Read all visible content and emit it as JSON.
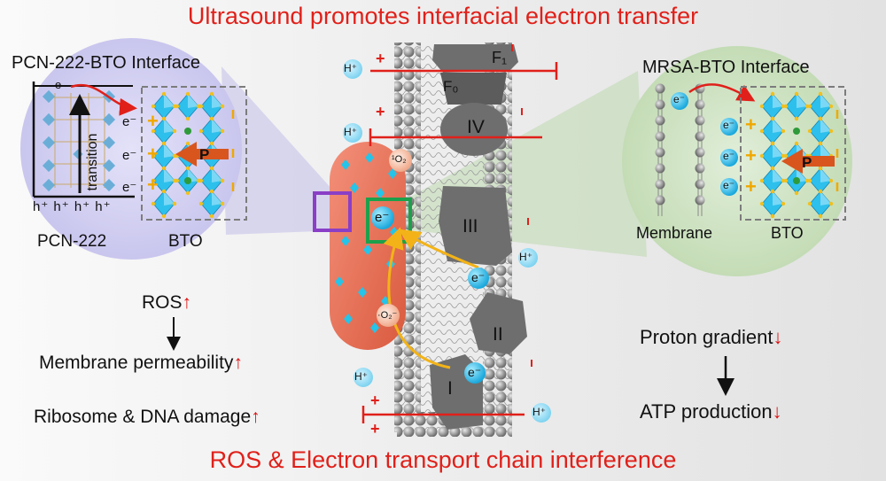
{
  "titles": {
    "top": "Ultrasound promotes interfacial electron transfer",
    "bottom": "ROS & Electron transport chain interference"
  },
  "left_panel": {
    "heading": "PCN-222-BTO Interface",
    "transition": "transition",
    "electron": "e",
    "holes": "h⁺ h⁺ h⁺ h⁺",
    "pcn_label": "PCN-222",
    "bto_label": "BTO",
    "polarization": "P"
  },
  "right_panel": {
    "heading": "MRSA-BTO Interface",
    "membrane_label": "Membrane",
    "bto_label": "BTO",
    "polarization": "P"
  },
  "complexes": {
    "f1": "F₁",
    "f0": "F₀",
    "iv": "IV",
    "iii": "III",
    "ii": "II",
    "i": "I"
  },
  "species": {
    "proton": "H⁺",
    "electron": "e⁻",
    "singlet_oxygen": "¹O₂",
    "superoxide": "·O₂⁻"
  },
  "left_effects": {
    "ros": "ROS",
    "permeability": "Membrane permeability",
    "damage": "Ribosome & DNA damage",
    "up_arrow": "↑"
  },
  "right_effects": {
    "gradient": "Proton gradient",
    "atp": "ATP production",
    "down_arrow": "↓"
  },
  "colors": {
    "title_red": "#e0201a",
    "bto_cyan": "#2ec0ec",
    "nanoparticle": "#e8735a",
    "protein_gray": "#6e6e6e",
    "left_panel": "#cfcdf0",
    "right_panel": "#cfe3c4",
    "electron_path": "#f3b318",
    "polarization_arrow": "#d9551e"
  }
}
